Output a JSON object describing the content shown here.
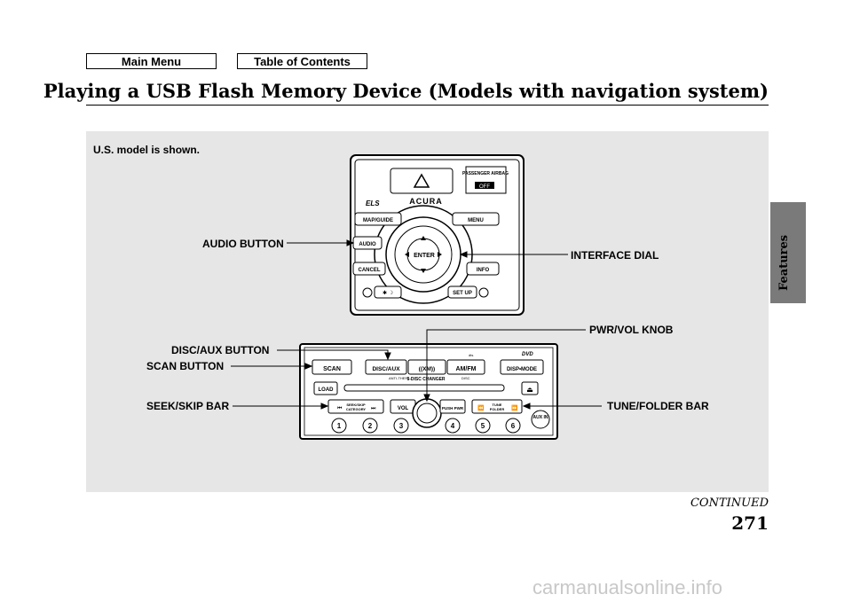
{
  "nav": {
    "main_menu": "Main Menu",
    "toc": "Table of Contents"
  },
  "title": "Playing a USB Flash Memory Device (Models with navigation system)",
  "model_note": "U.S. model is shown.",
  "callouts": {
    "audio_button": "AUDIO BUTTON",
    "interface_dial": "INTERFACE DIAL",
    "pwr_vol_knob": "PWR/VOL KNOB",
    "disc_aux_button": "DISC/AUX BUTTON",
    "scan_button": "SCAN BUTTON",
    "seek_skip_bar": "SEEK/SKIP BAR",
    "tune_folder_bar": "TUNE/FOLDER BAR"
  },
  "upper_unit": {
    "brand": "ACURA",
    "passenger_airbag": "PASSENGER AIRBAG",
    "off": "OFF",
    "els": "ELS",
    "map_guide": "MAP/GUIDE",
    "menu": "MENU",
    "audio": "AUDIO",
    "enter": "ENTER",
    "cancel": "CANCEL",
    "info": "INFO",
    "set_up": "SET UP"
  },
  "lower_unit": {
    "scan": "SCAN",
    "disc_aux": "DISC/AUX",
    "xm": "((XM))",
    "am_fm": "AM/FM",
    "disp_mode": "DISP•MODE",
    "load": "LOAD",
    "anti_theft": "ANTI-THEFT",
    "disc_changer": "6-DISC CHANGER",
    "disc": "DISC",
    "seek_skip": "SEEK/SKIP",
    "category": "CATEGORY",
    "vol": "VOL",
    "push_pwr": "PUSH PWR",
    "tune": "TUNE",
    "folder": "FOLDER",
    "aux_in": "AUX IN",
    "dts": "dts",
    "dvd": "DVD",
    "presets": [
      "1",
      "2",
      "3",
      "4",
      "5",
      "6"
    ]
  },
  "side_tab": "Features",
  "continued": "CONTINUED",
  "page_number": "271",
  "watermark": "carmanualsonline.info"
}
